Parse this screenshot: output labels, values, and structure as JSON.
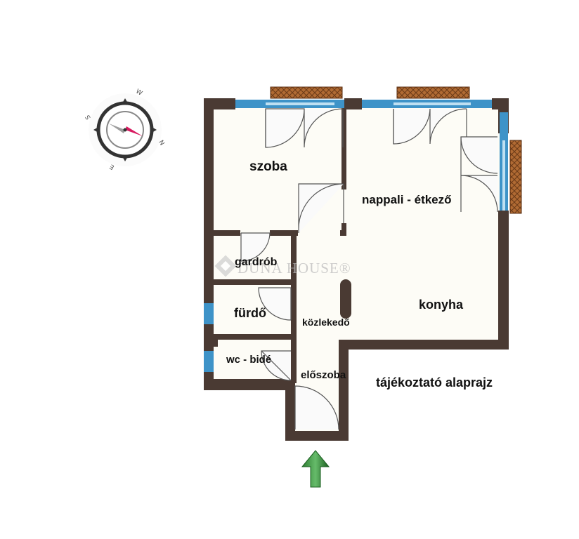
{
  "rooms": {
    "szoba": "szoba",
    "nappali": "nappali - étkező",
    "gardrob": "gardrób",
    "konyha": "konyha",
    "furdo": "fürdő",
    "kozlekedo": "közlekedő",
    "wc": "wc - bidé",
    "eloszoba": "előszoba"
  },
  "caption": "tájékoztató alaprajz",
  "watermark": "DUNA HOUSE®",
  "compass": {
    "n": "N",
    "e": "E",
    "s": "S",
    "w": "W"
  },
  "colors": {
    "wall": "#4a3a33",
    "floor": "#fdfcf6",
    "window": "#3e93c8",
    "shutter": "#9a5a2e",
    "entrance_arrow": "#2e7d32",
    "needle": "#d81b60"
  },
  "icons": [
    "compass-icon",
    "entrance-arrow-icon",
    "watermark-logo-icon"
  ]
}
